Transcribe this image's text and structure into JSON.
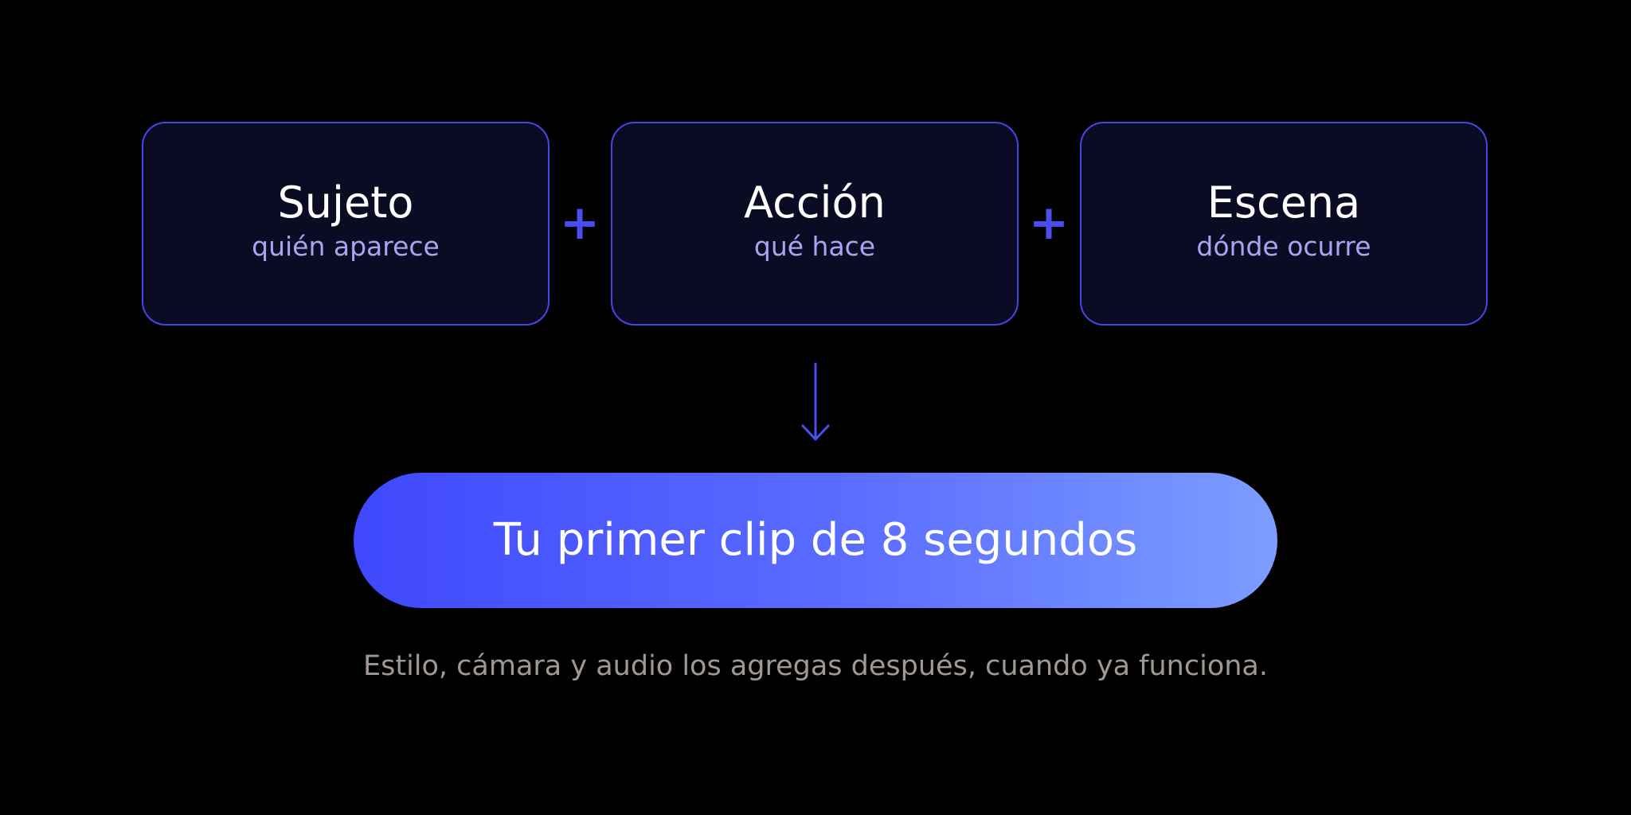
{
  "cards": [
    {
      "title": "Sujeto",
      "subtitle": "quién aparece"
    },
    {
      "title": "Acción",
      "subtitle": "qué hace"
    },
    {
      "title": "Escena",
      "subtitle": "dónde ocurre"
    }
  ],
  "operators": [
    "+",
    "+"
  ],
  "result": {
    "label": "Tu primer clip de 8 segundos"
  },
  "footnote": "Estilo, cámara y audio los agregas después, cuando ya funciona.",
  "colors": {
    "background": "#000000",
    "card_fill": "#0b0b24",
    "card_border": "#4347e6",
    "card_title": "#ffffff",
    "card_subtitle": "#a7a6f3",
    "operator": "#4a4ef2",
    "gradient_start": "#3f48fd",
    "gradient_end": "#7d9dff",
    "footnote": "#a09891"
  }
}
